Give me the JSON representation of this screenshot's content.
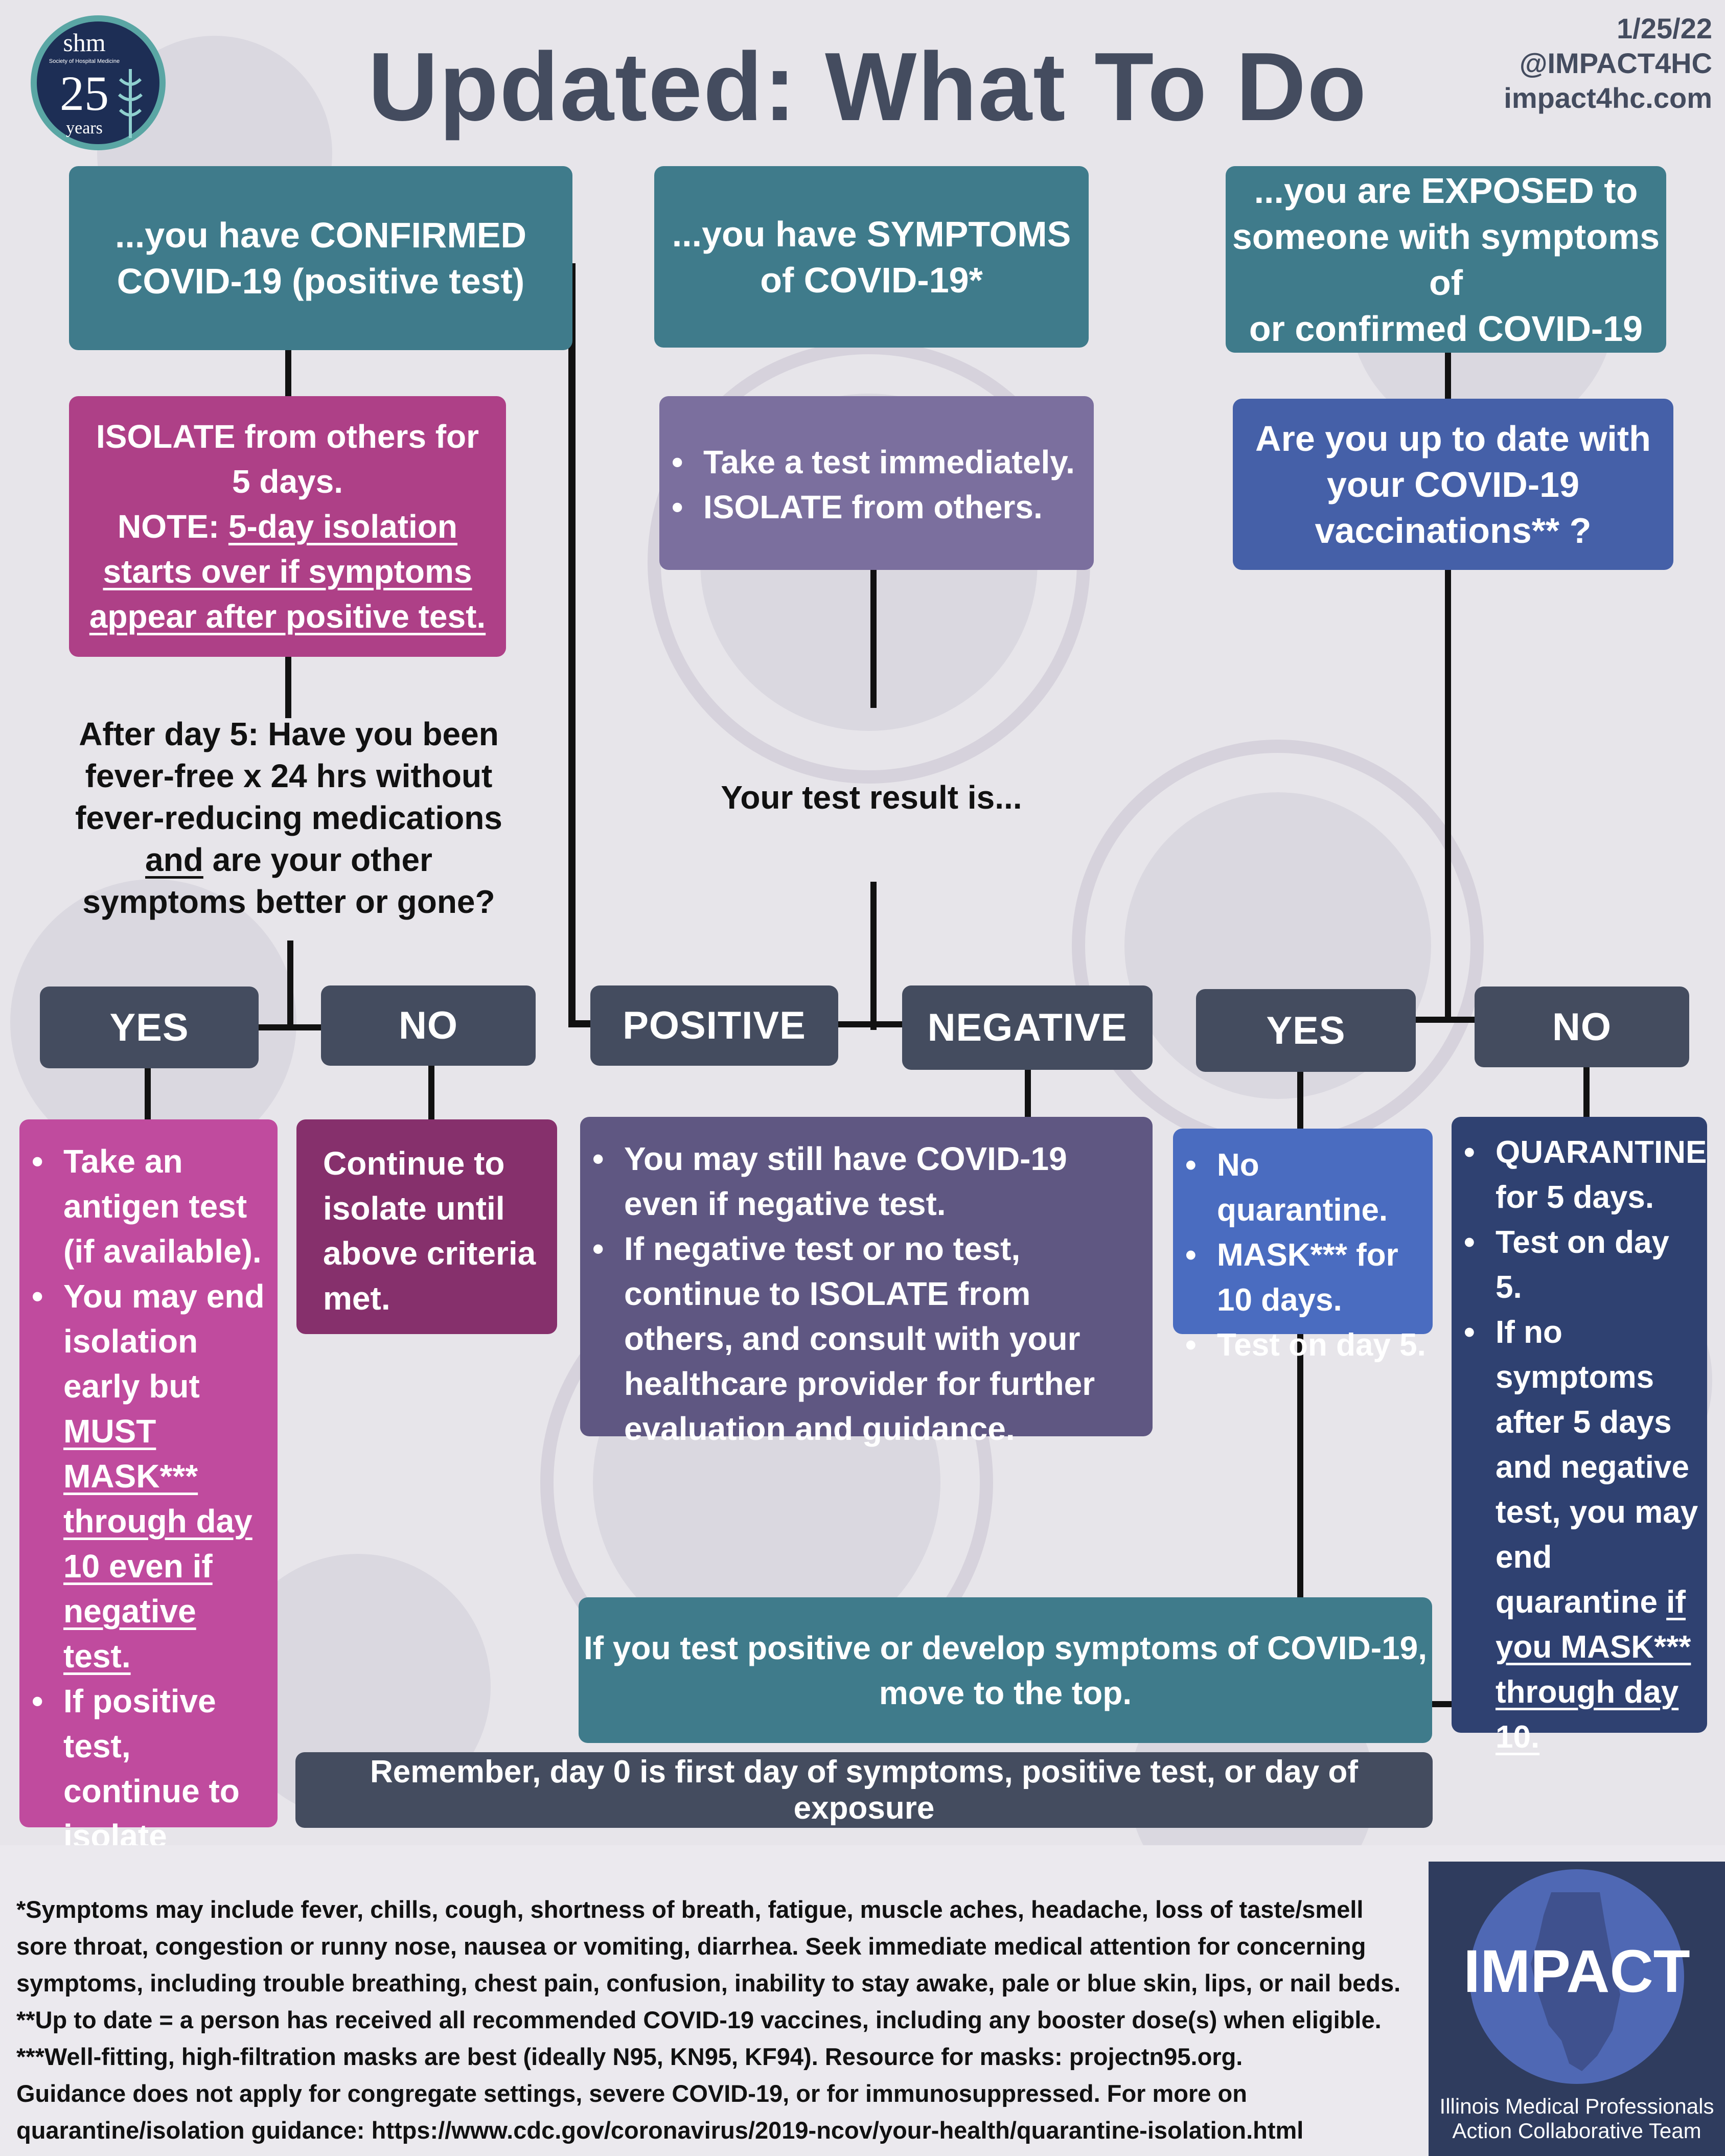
{
  "header": {
    "logo": {
      "brand": "shm",
      "subtitle": "Society of Hospital Medicine",
      "years_number": "25",
      "years_label": "years"
    },
    "title": "Updated: What To Do If...",
    "date": "1/25/22",
    "handle": "@IMPACT4HC",
    "website": "impact4hc.com"
  },
  "col1": {
    "top": {
      "line1": "...you have CONFIRMED",
      "line2": "COVID-19 (positive test)"
    },
    "isolate": {
      "l1": "ISOLATE from others for",
      "l2": "5 days.",
      "note_label": "NOTE: ",
      "note_u1": "5-day isolation",
      "note_u2": "starts over if symptoms",
      "note_u3": "appear after positive test."
    },
    "question": {
      "l1": "After day 5: Have you been",
      "l2": "fever-free x 24 hrs without",
      "l3": "fever-reducing medications",
      "l4a": "and",
      "l4b": " are your other",
      "l5": "symptoms better or gone?"
    },
    "yes_label": "YES",
    "no_label": "NO",
    "yes_result": {
      "b1": "Take an antigen test (if available).",
      "b2_pre": "You may end isolation early but ",
      "b2_u": "MUST MASK*** through day 10 even if negative test.",
      "b3": "If positive test, continue to isolate through day 10."
    },
    "no_result": "Continue to isolate until above criteria met."
  },
  "col2": {
    "top": {
      "line1": "...you have SYMPTOMS",
      "line2": "of COVID-19*"
    },
    "action": {
      "b1": "Take a test immediately.",
      "b2": "ISOLATE from others."
    },
    "question": "Your test result is...",
    "positive_label": "POSITIVE",
    "negative_label": "NEGATIVE",
    "negative_result": {
      "b1": "You may still have COVID-19 even if negative test.",
      "b2": "If negative test or no test, continue to ISOLATE from others, and consult with your healthcare provider for further evaluation and guidance."
    },
    "move_top": {
      "l1": "If you test positive or develop symptoms of COVID-19,",
      "l2": "move to the top."
    },
    "remember": "Remember, day 0 is first day of symptoms, positive test, or day of exposure"
  },
  "col3": {
    "top": {
      "line1": "...you are EXPOSED to",
      "line2": "someone with symptoms of",
      "line3": "or confirmed COVID-19"
    },
    "question": {
      "line1": "Are you up to date with",
      "line2": "your COVID-19",
      "line3": "vaccinations** ?"
    },
    "yes_label": "YES",
    "no_label": "NO",
    "yes_result": {
      "b1": "No quarantine.",
      "b2": "MASK*** for 10 days.",
      "b3": "Test on day 5."
    },
    "no_result": {
      "b1": "QUARANTINE for 5 days.",
      "b2": "Test on day 5.",
      "b3_pre": "If no symptoms after 5 days and negative test, you may end quarantine ",
      "b3_u": "if you MASK*** through day 10."
    }
  },
  "footer": {
    "l1": "*Symptoms may include fever, chills, cough, shortness of breath, fatigue, muscle aches, headache, loss of taste/smell",
    "l2": "sore throat, congestion or runny nose, nausea or vomiting, diarrhea. Seek immediate medical attention for concerning",
    "l3": "symptoms, including trouble breathing, chest pain, confusion, inability to stay awake, pale or blue skin, lips, or nail beds.",
    "l4": "**Up to date = a person has received all recommended COVID-19 vaccines, including any booster dose(s) when eligible.",
    "l5": "***Well-fitting, high-filtration masks are best (ideally N95, KN95, KF94). Resource for masks: projectn95.org.",
    "l6": "Guidance does not apply for congregate settings, severe COVID-19, or for immunosuppressed. For more on",
    "l7": "quarantine/isolation guidance: https://www.cdc.gov/coronavirus/2019-ncov/your-health/quarantine-isolation.html"
  },
  "impact": {
    "logo_text": "IMPACT",
    "caption1": "Illinois Medical Professionals",
    "caption2": "Action Collaborative Team"
  },
  "colors": {
    "teal": "#3f7b8b",
    "magenta": "#ae4087",
    "pink": "#c04b9e",
    "plum": "#86306c",
    "lavender": "#7b6f9e",
    "violet": "#5f5782",
    "blue": "#4560a8",
    "light_blue": "#4a6cc0",
    "navy": "#2f4171",
    "slate": "#444c5f"
  }
}
